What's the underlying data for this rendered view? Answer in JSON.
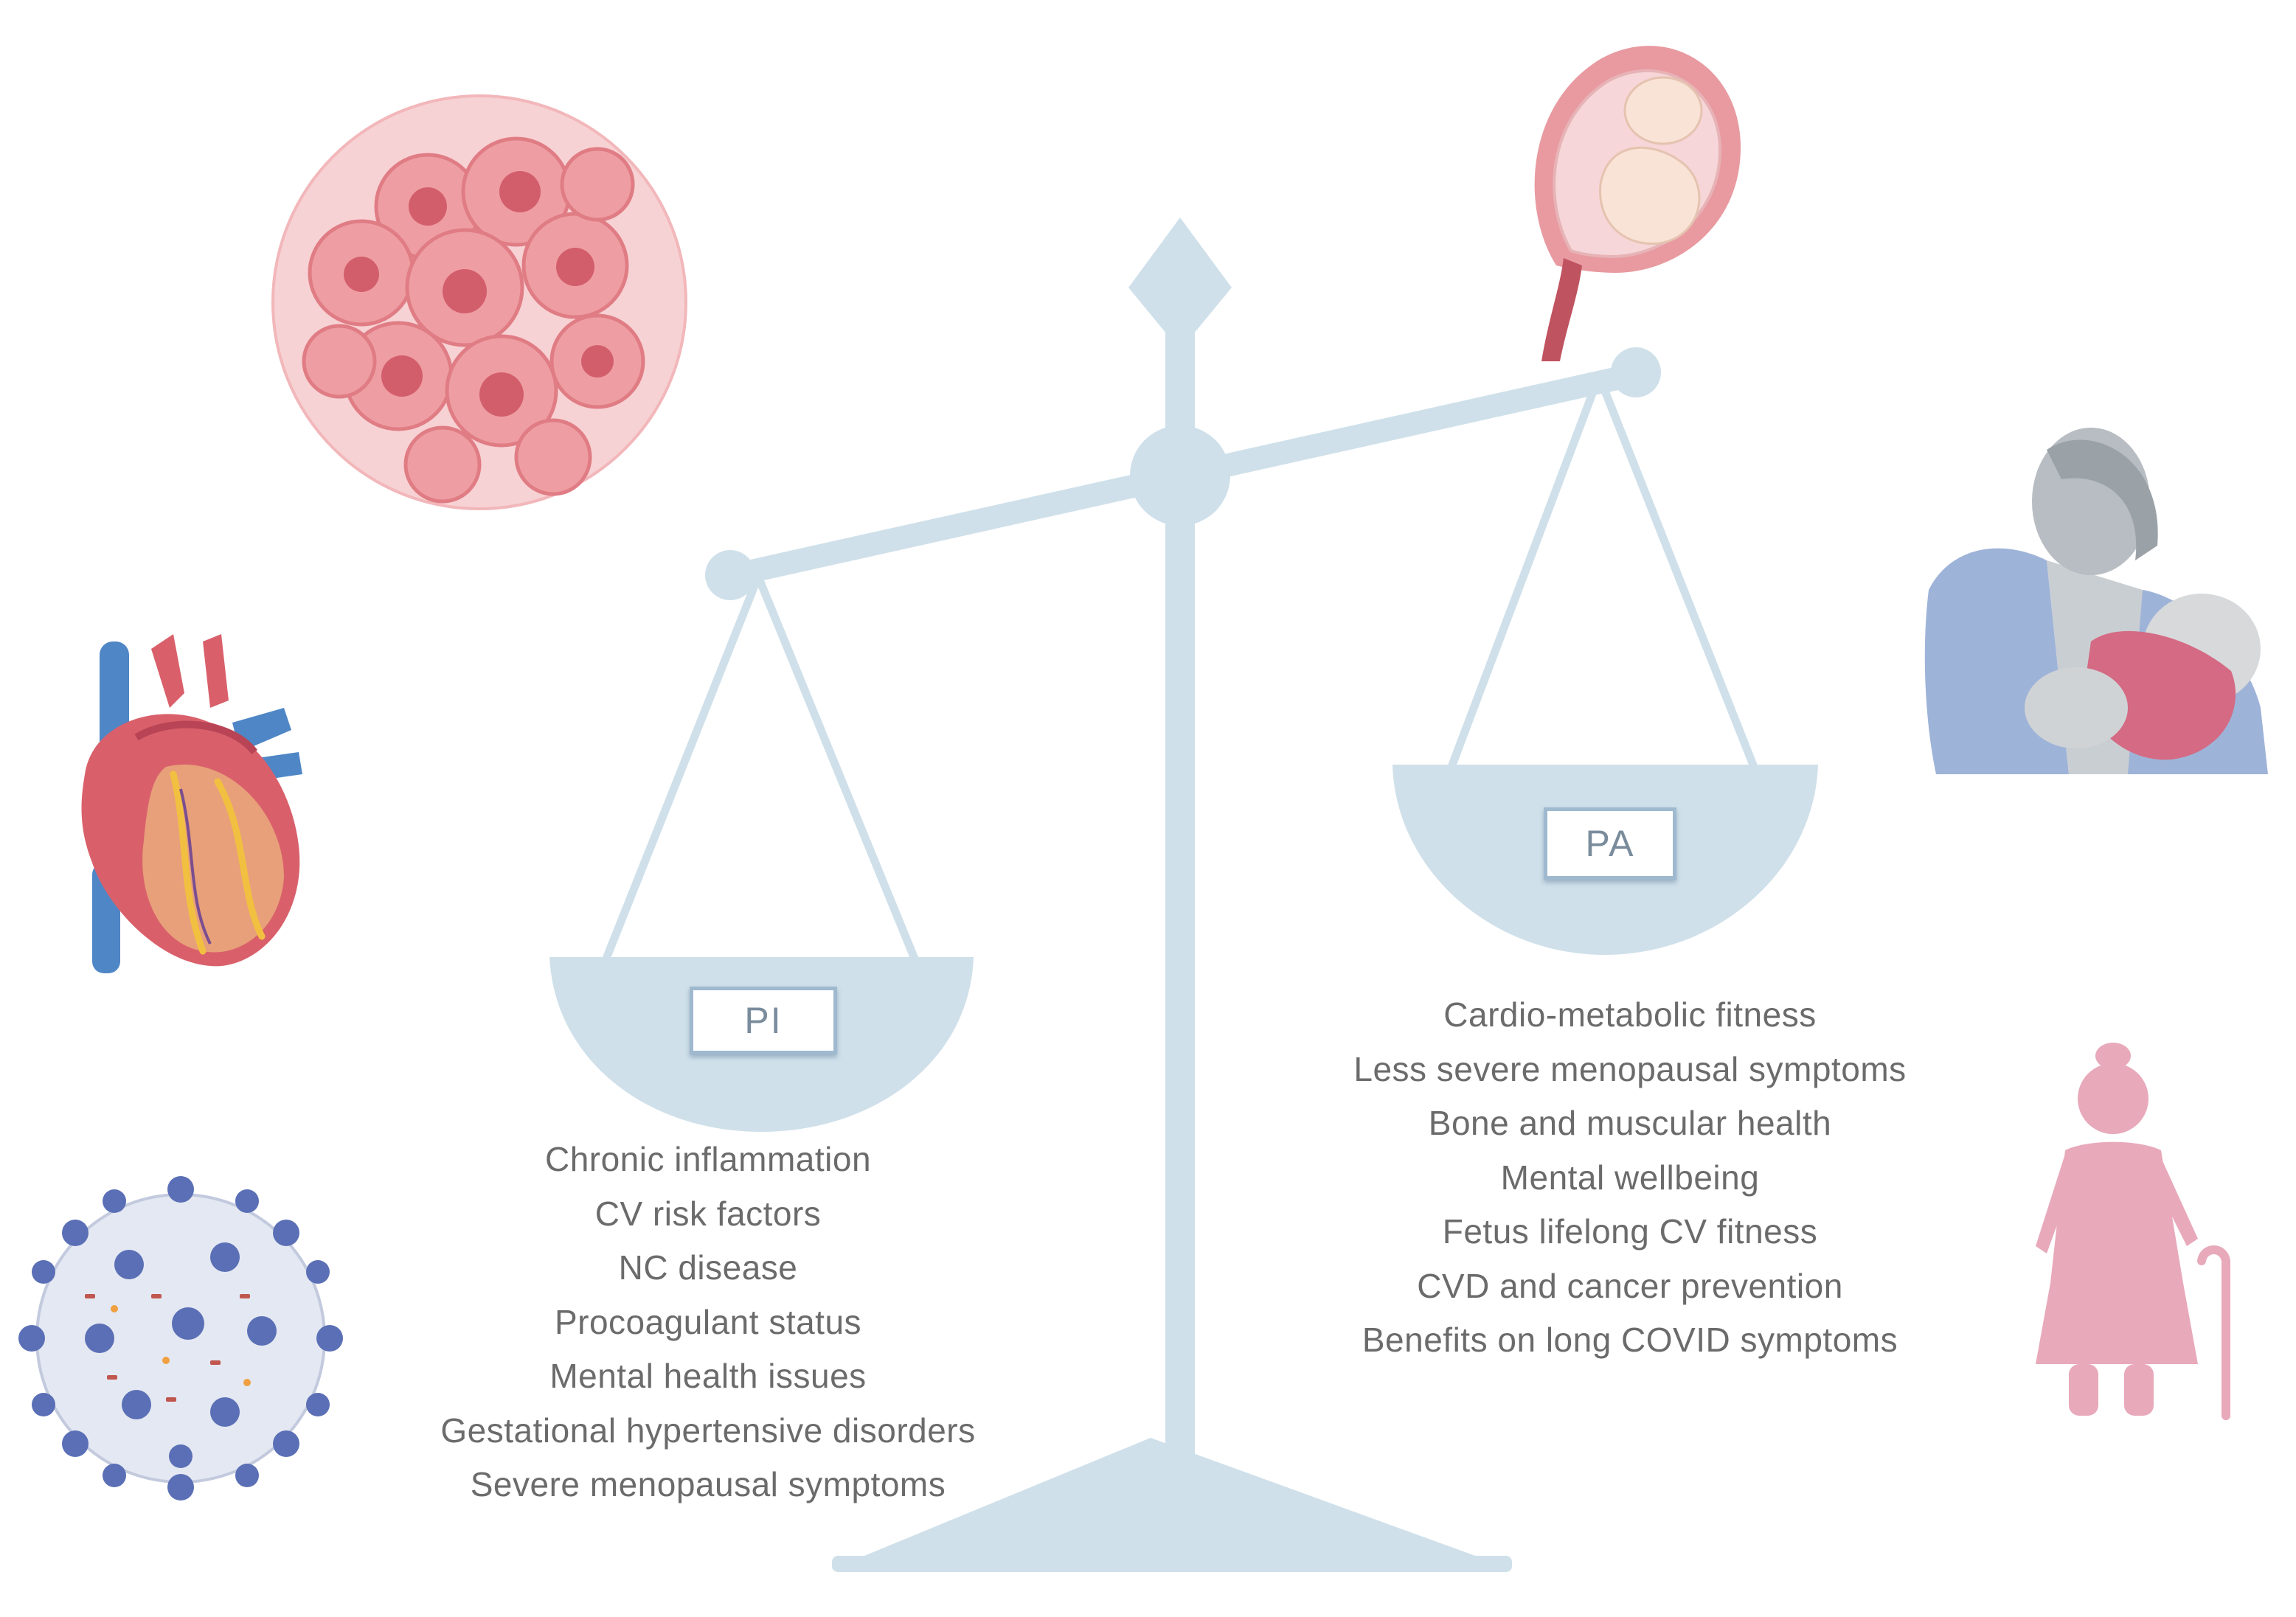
{
  "colors": {
    "scale": "#cfe0ea",
    "text": "#6b6b6b",
    "label_border": "#9fb9cf",
    "cell_pink": "#e89aa0",
    "heart_red": "#d9606b",
    "vessel_blue": "#4f86c6",
    "virus_blue": "#5a6fb5",
    "elderly_pink": "#e8a9bb"
  },
  "left_pan": {
    "label": "PI",
    "items": [
      "Chronic inflammation",
      "CV risk factors",
      "NC disease",
      "Procoagulant status",
      "Mental health issues",
      "Gestational hypertensive disorders",
      "Severe menopausal symptoms"
    ]
  },
  "right_pan": {
    "label": "PA",
    "items": [
      "Cardio-metabolic fitness",
      "Less severe menopausal symptoms",
      "Bone and muscular health",
      "Mental wellbeing",
      "Fetus lifelong CV fitness",
      "CVD and cancer prevention",
      "Benefits on long COVID symptoms"
    ]
  },
  "icons": [
    "cancer-cells-icon",
    "heart-icon",
    "virus-icon",
    "pregnancy-uterus-icon",
    "breastfeeding-mother-icon",
    "elderly-woman-icon",
    "balance-scale-icon"
  ]
}
